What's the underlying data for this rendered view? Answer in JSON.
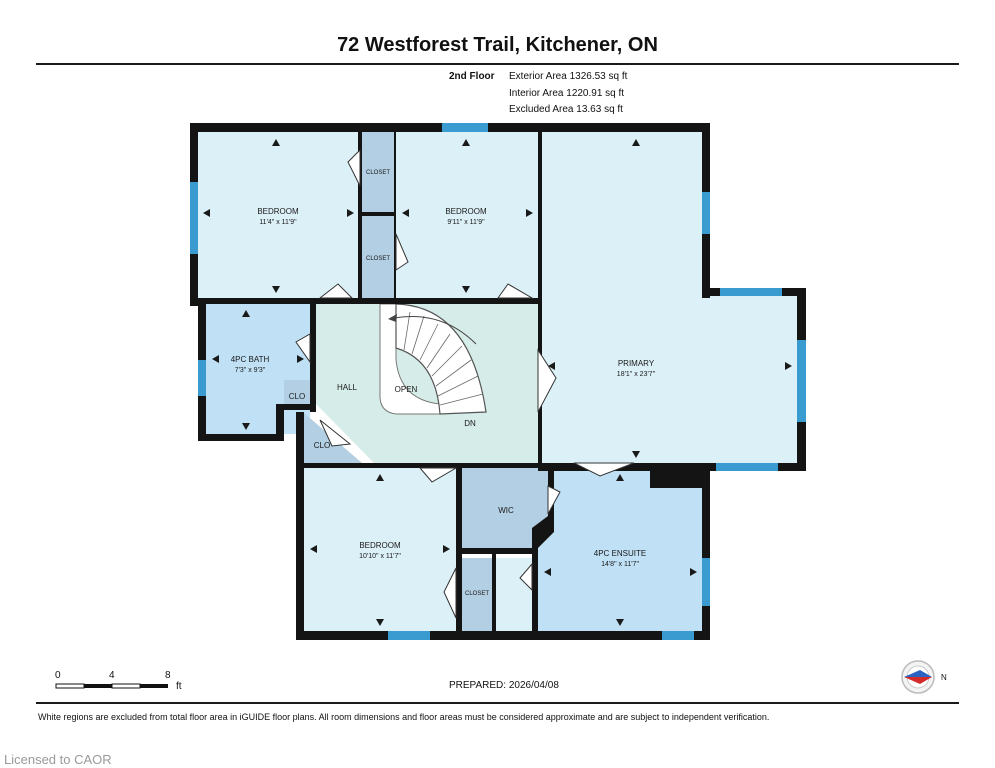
{
  "header": {
    "address": "72 Westforest Trail, Kitchener, ON",
    "floor_label": "2nd Floor",
    "exterior_area": "Exterior Area 1326.53 sq ft",
    "interior_area": "Interior Area 1220.91 sq ft",
    "excluded_area": "Excluded Area 13.63 sq ft"
  },
  "rooms": {
    "bedroom1": {
      "name": "BEDROOM",
      "dims": "11'4\" x 11'9\""
    },
    "bedroom2": {
      "name": "BEDROOM",
      "dims": "9'11\" x 11'9\""
    },
    "primary": {
      "name": "PRIMARY",
      "dims": "18'1\" x 23'7\""
    },
    "bath": {
      "name": "4PC BATH",
      "dims": "7'3\" x 9'3\""
    },
    "hall": {
      "name": "HALL"
    },
    "open": {
      "name": "OPEN"
    },
    "dn": {
      "name": "DN"
    },
    "clo1": {
      "name": "CLO"
    },
    "clo2": {
      "name": "CLO"
    },
    "closet1": {
      "name": "CLOSET"
    },
    "closet2": {
      "name": "CLOSET"
    },
    "closet3": {
      "name": "CLOSET"
    },
    "wic": {
      "name": "WIC"
    },
    "bedroom3": {
      "name": "BEDROOM",
      "dims": "10'10\" x 11'7\""
    },
    "ensuite": {
      "name": "4PC ENSUITE",
      "dims": "14'8\" x 11'7\""
    }
  },
  "scale": {
    "t0": "0",
    "t4": "4",
    "t8": "8",
    "unit": "ft"
  },
  "prepared": "PREPARED: 2026/04/08",
  "compass": {
    "label": "N"
  },
  "disclaimer": "White regions are excluded from total floor area in iGUIDE floor plans. All room dimensions and floor areas must be considered approximate and are subject to independent verification.",
  "license": "Licensed to CAOR",
  "colors": {
    "room": "#dcf0f8",
    "bath": "#bfe0f5",
    "closet": "#b2cfe3",
    "hall": "#d6ece8",
    "wall": "#141414",
    "window": "#3a9bd0"
  }
}
